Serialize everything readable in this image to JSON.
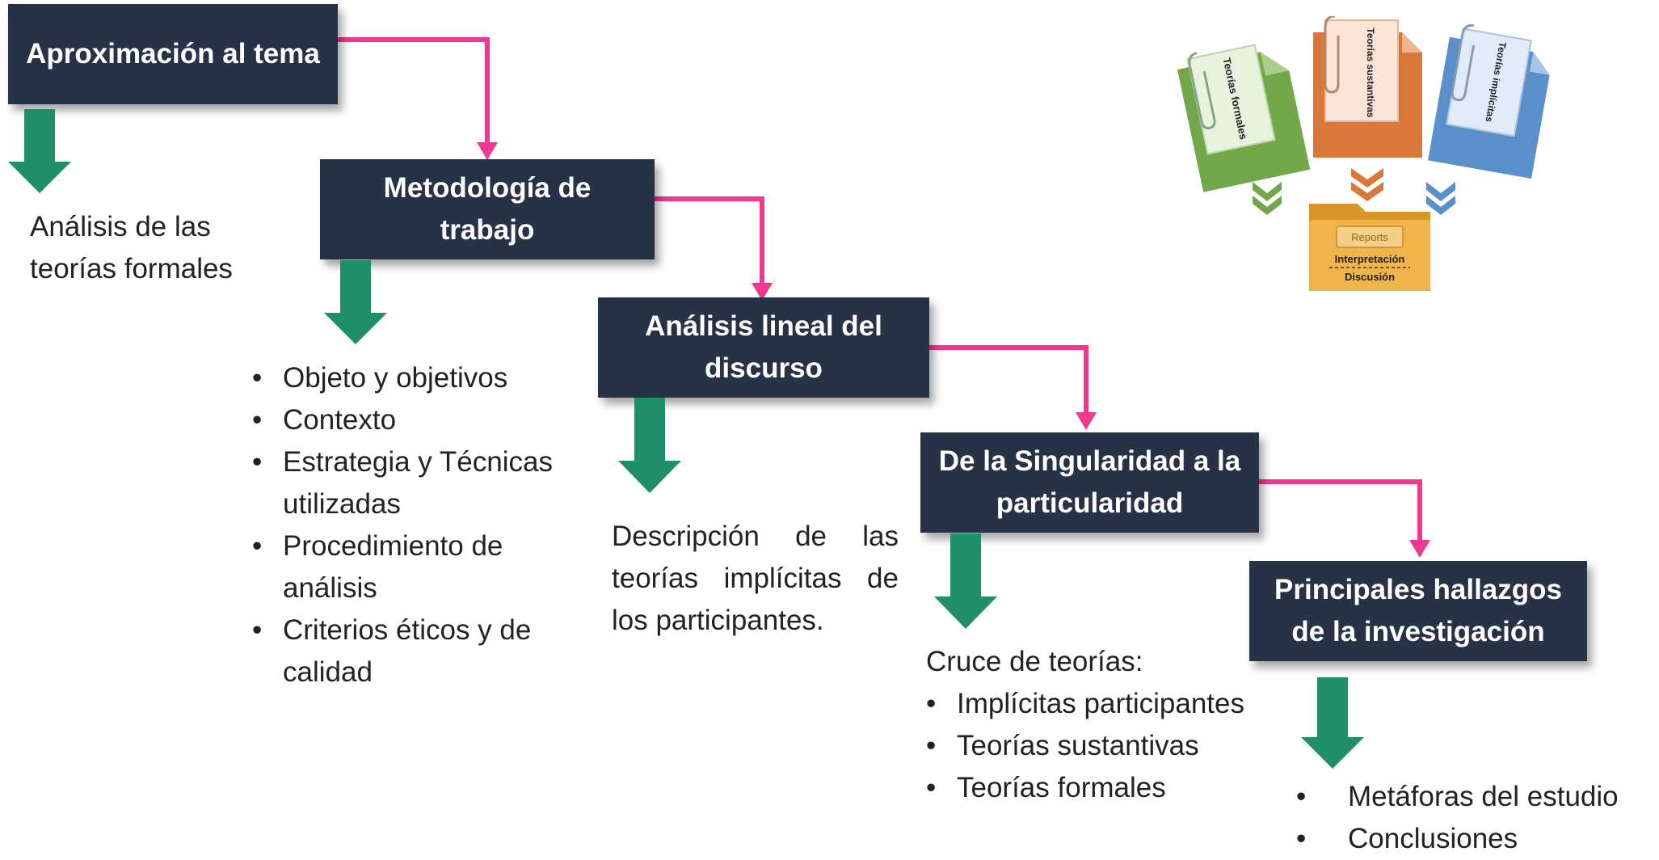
{
  "steps": [
    {
      "label": "Aproximación al tema"
    },
    {
      "label": "Metodología de trabajo"
    },
    {
      "label": "Análisis lineal del discurso"
    },
    {
      "label": "De la Singularidad a la particularidad"
    },
    {
      "label": "Principales hallazgos de la investigación"
    }
  ],
  "notes": {
    "step1": "Análisis de las teorías formales",
    "step2_items": [
      "Objeto y objetivos",
      "Contexto",
      "Estrategia y Técnicas utilizadas",
      "Procedimiento de análisis",
      "Criterios éticos y de calidad"
    ],
    "step3": "Descripción de las teorías implícitas de los participantes.",
    "step4_heading": "Cruce de teorías:",
    "step4_items": [
      "Implícitas participantes",
      "Teorías sustantivas",
      "Teorías formales"
    ],
    "step5_items": [
      "Metáforas del estudio",
      "Conclusiones"
    ]
  },
  "illustration": {
    "folder_green_label": "Teorías formales",
    "folder_orange_label": "Teorías sustantivas",
    "folder_blue_label": "Teorías implícitas",
    "folder_result_tab": "Reports",
    "folder_result_line1": "Interpretación",
    "folder_result_line2": "Discusión"
  },
  "colors": {
    "box_fill": "#273246",
    "connector": "#f0388f",
    "down_arrow": "#1f8f6a",
    "folder_green": "#72a84a",
    "folder_orange": "#d9783a",
    "folder_blue": "#5b8fc9",
    "folder_result": "#e8a838"
  }
}
